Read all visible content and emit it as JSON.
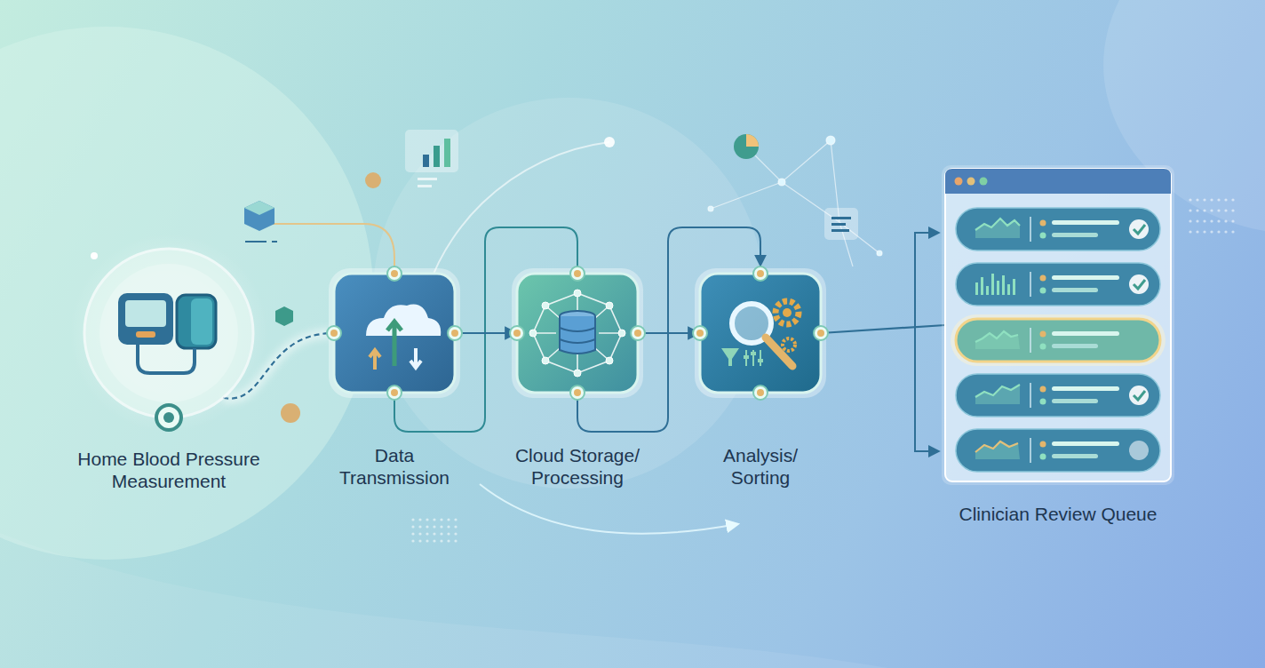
{
  "diagram": {
    "nodes": [
      {
        "text": [
          "Home Blood Pressure Measurement"
        ]
      },
      {
        "text": [
          "Data Transmission"
        ]
      },
      {
        "text": [
          "Cloud Storage/ Processing"
        ]
      },
      {
        "text": [
          "Analysis/ Sorting"
        ]
      },
      {
        "text": [
          "Clinician Review Queue"
        ]
      }
    ],
    "edges": [
      {
        "from": 0,
        "to": 1,
        "arrow": "none"
      },
      {
        "from": 1,
        "to": 2,
        "arrow": "to"
      },
      {
        "from": 2,
        "to": 3,
        "arrow": "to"
      },
      {
        "from": 3,
        "to": 4,
        "arrow": "none"
      }
    ]
  }
}
